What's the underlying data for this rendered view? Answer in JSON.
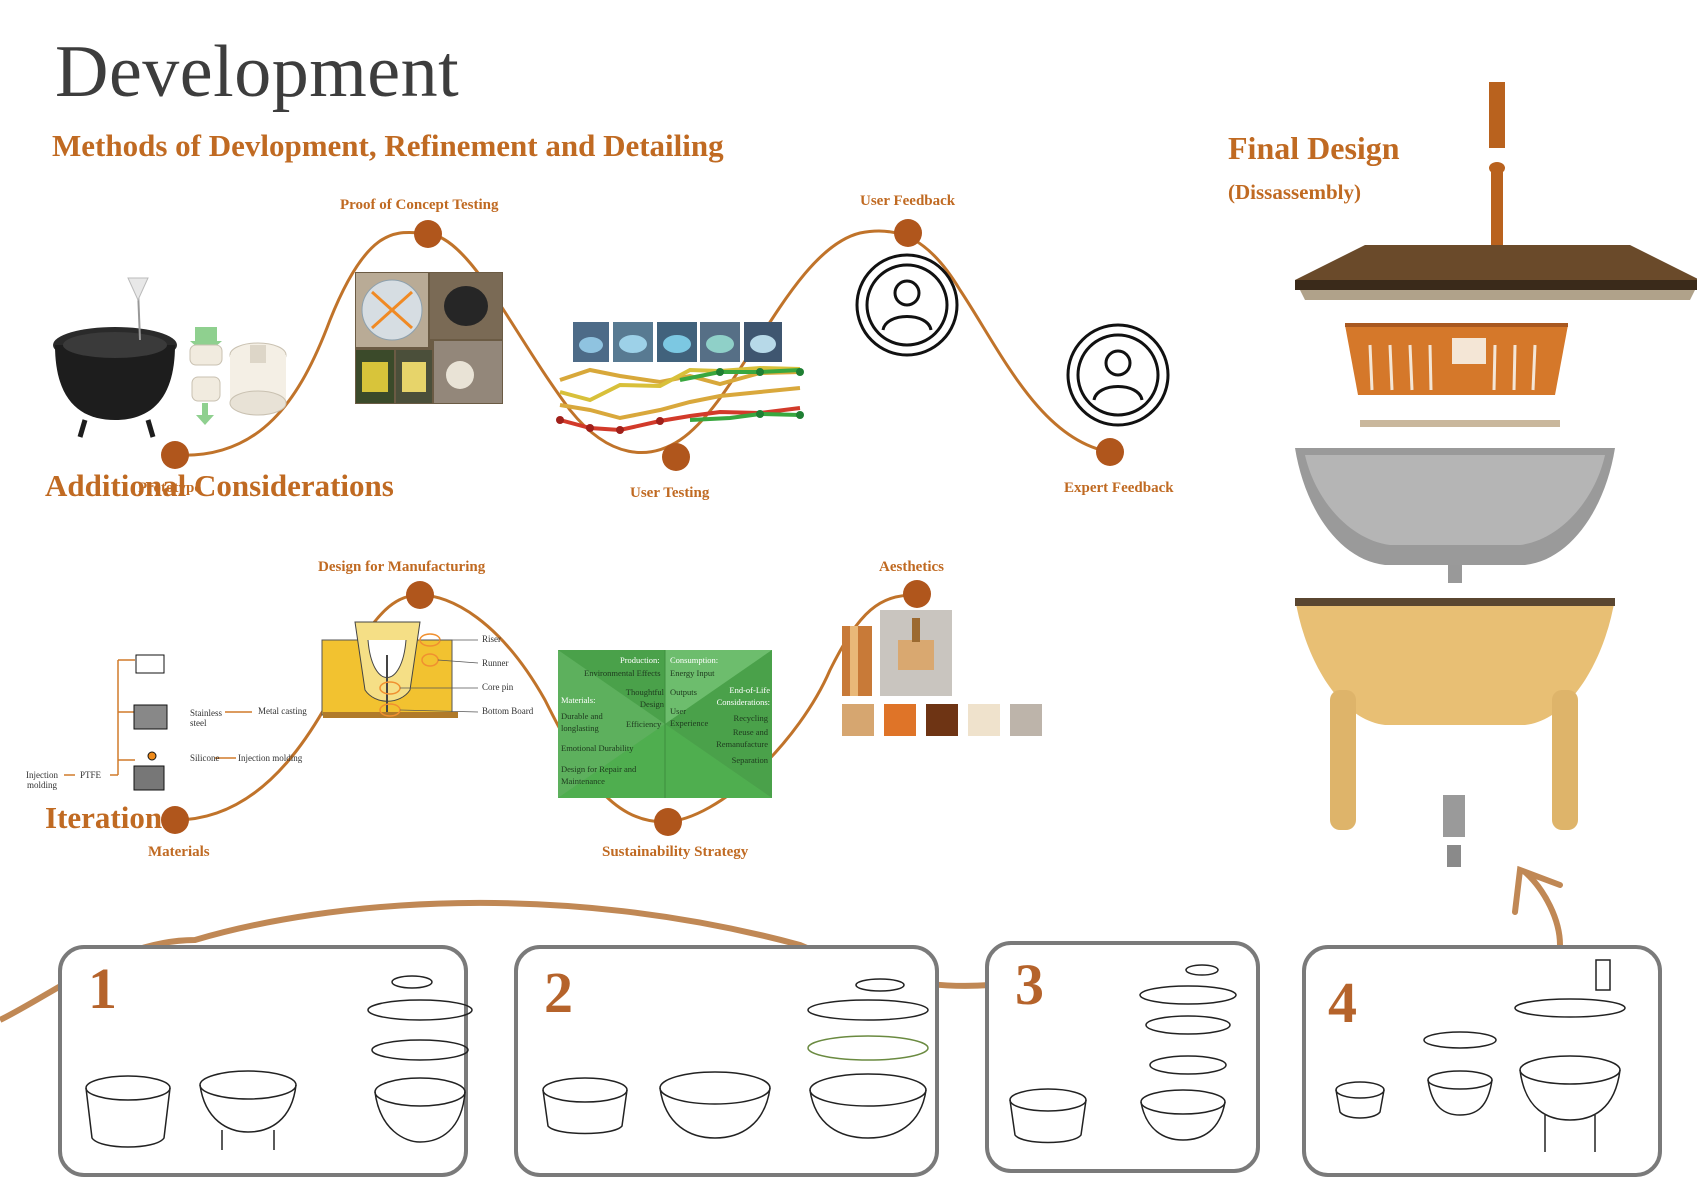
{
  "page_title": "Development",
  "methods": {
    "heading": "Methods of Devlopment, Refinement and Detailing",
    "stages": {
      "prototype": "Prototype",
      "proof": "Proof of Concept Testing",
      "user_testing": "User Testing",
      "user_feedback": "User Feedback",
      "expert_feedback": "Expert Feedback"
    }
  },
  "considerations": {
    "heading": "Additional Considerations",
    "stages": {
      "materials": "Materials",
      "dfm": "Design for Manufacturing",
      "sustainability": "Sustainability Strategy",
      "aesthetics": "Aesthetics"
    },
    "materials_tree": {
      "stainless": "Stainless steel",
      "metal_casting": "Metal casting",
      "silicone": "Silicone",
      "injection_molding": "Injection molding",
      "ptfe": "PTFE",
      "injection_molding_2": "Injection molding"
    },
    "dfm_labels": [
      "Riser",
      "Runner",
      "Core pin",
      "Bottom Board"
    ],
    "sustainability_matrix": {
      "production": "Production:",
      "environmental_effects": "Environmental Effects",
      "consumption": "Consumption:",
      "energy_input": "Energy Input",
      "materials": "Materials:",
      "thoughtful_design": "Thoughtful Design",
      "durable": "Durable and longlasting",
      "efficiency": "Efficiency",
      "emotional": "Emotional Durability",
      "repair": "Design for Repair and Maintenance",
      "outputs": "Outputs",
      "user_experience": "User Experience",
      "end_of_life": "End-of-Life Considerations:",
      "recycling": "Recycling",
      "reuse": "Reuse and Remanufacture",
      "separation": "Separation"
    },
    "aesthetic_swatches": [
      "#d6a670",
      "#df7428",
      "#6e3414",
      "#efe2cc",
      "#bdb4aa"
    ]
  },
  "iterations": {
    "heading": "Iterations",
    "numbers": [
      "1",
      "2",
      "3",
      "4"
    ]
  },
  "final": {
    "heading": "Final Design",
    "subheading": "(Dissassembly)"
  },
  "colors": {
    "accent": "#c06a22",
    "curve": "#c0732a",
    "node": "#b0561c",
    "box_border": "#7a7a7a",
    "matrix_green": "#4aa64a"
  }
}
